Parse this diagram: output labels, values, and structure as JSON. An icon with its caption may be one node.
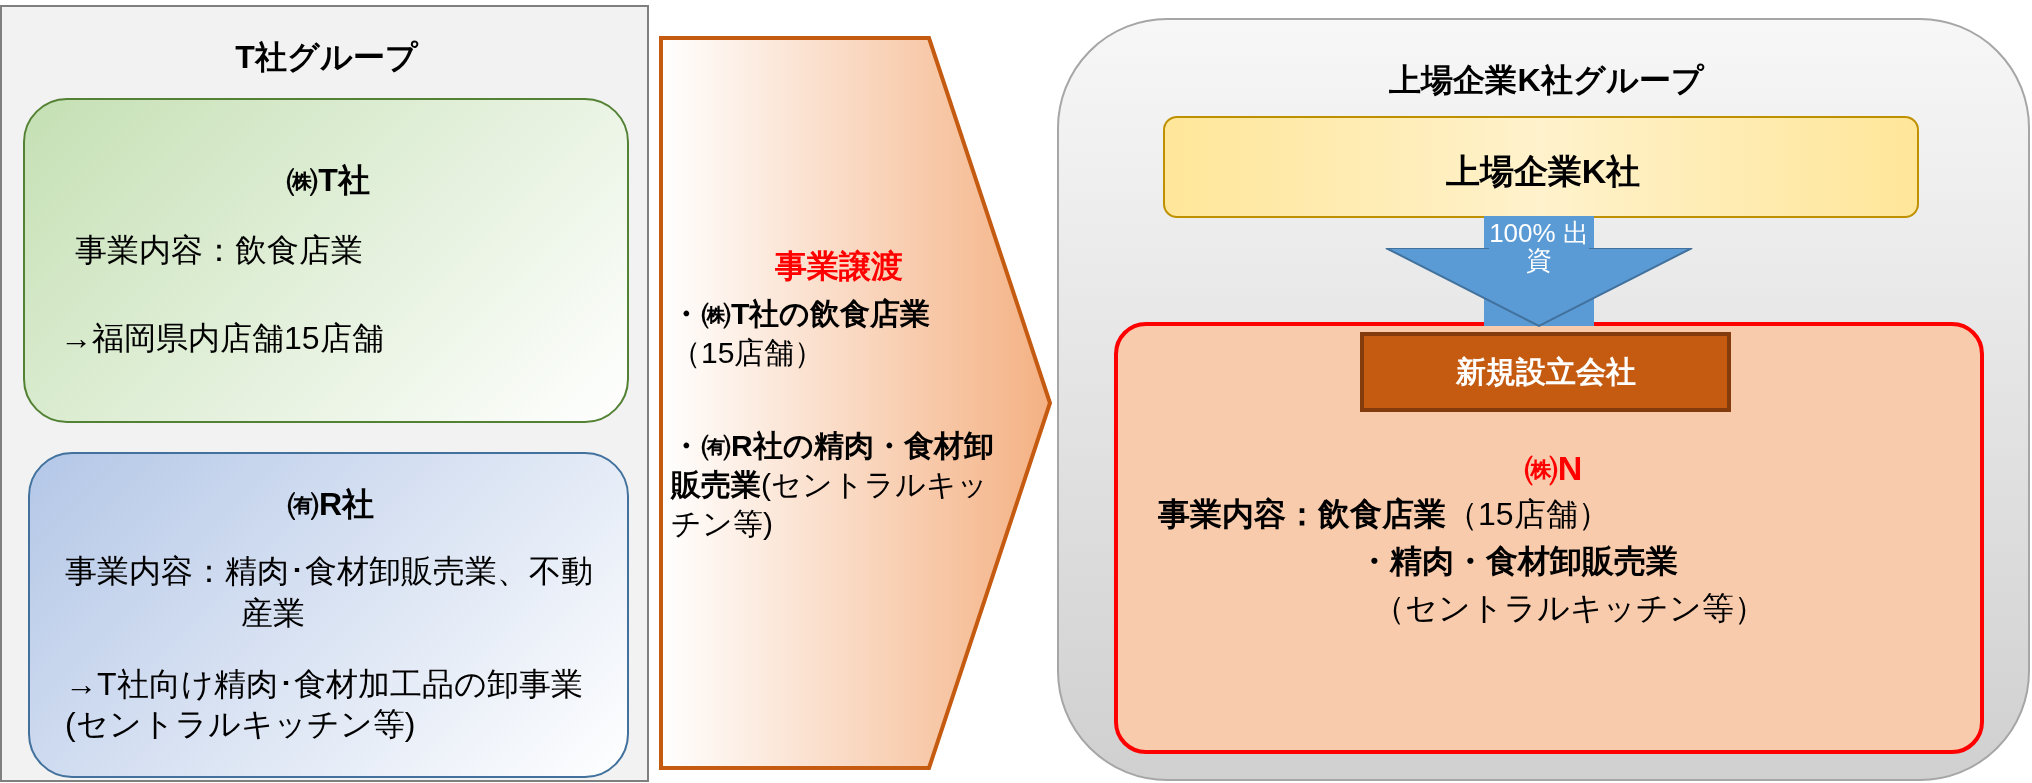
{
  "diagram": {
    "nodes": [
      {
        "text": [
          "T社グループ"
        ]
      },
      {
        "text": [
          "㈱T社",
          "事業内容：飲食店業",
          "→福岡県内店舗15店舗"
        ],
        "in": 0
      },
      {
        "text": [
          "㈲R社",
          "事業内容：精肉･食材卸販売業、不動産業",
          "→T社向け精肉･食材加工品の卸事業(セントラルキッチン等)"
        ],
        "in": 0
      },
      {
        "text": [
          "事業譲渡",
          "**・㈱T社の飲食店業**（15店舗）",
          "**・㈲R社の精肉・食材卸販売業**(セントラルキッチン等)"
        ]
      },
      {
        "text": [
          "上場企業K社グループ"
        ]
      },
      {
        "text": [
          "上場企業K社"
        ],
        "in": 4
      },
      {
        "text": [
          "新規設立会社"
        ],
        "in": 7
      },
      {
        "text": [
          "㈱N",
          "**事業内容：飲食店業**（15店舗）",
          "**・精肉・食材卸販売業**",
          "（セントラルキッチン等）"
        ],
        "in": 4
      }
    ],
    "edges": [
      {
        "from": 5,
        "to": 6,
        "arrow": "to",
        "label": "100% 出資"
      }
    ]
  }
}
